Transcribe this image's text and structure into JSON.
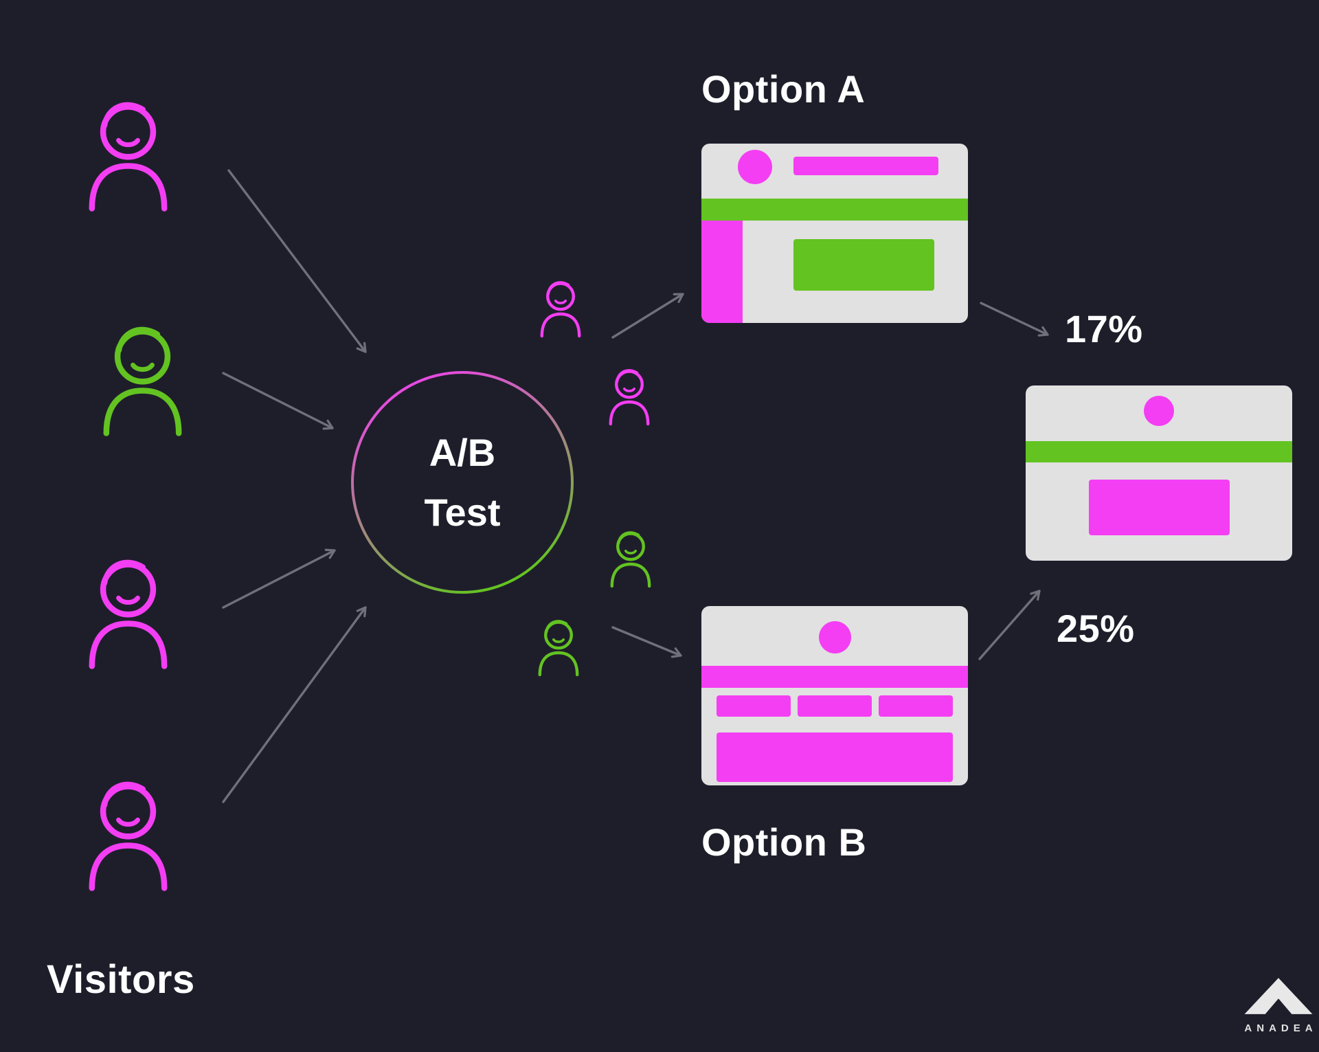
{
  "colors": {
    "background": "#1e1e2b",
    "pink": "#f43ef3",
    "green": "#63c321",
    "card_gray": "#e1e1e1",
    "arrow_gray": "#70707a",
    "text_white": "#ffffff"
  },
  "icons": {
    "visitor": "person-outline-icon",
    "split_user": "person-outline-icon-small",
    "brand_logo": "anadea-roof-icon"
  },
  "visitors": {
    "label": "Visitors"
  },
  "node": {
    "line1": "A/B",
    "line2": "Test"
  },
  "option_a": {
    "label": "Option A",
    "rate": "17%"
  },
  "option_b": {
    "label": "Option B",
    "rate": "25%"
  },
  "brand": {
    "name": "ANADEA"
  }
}
